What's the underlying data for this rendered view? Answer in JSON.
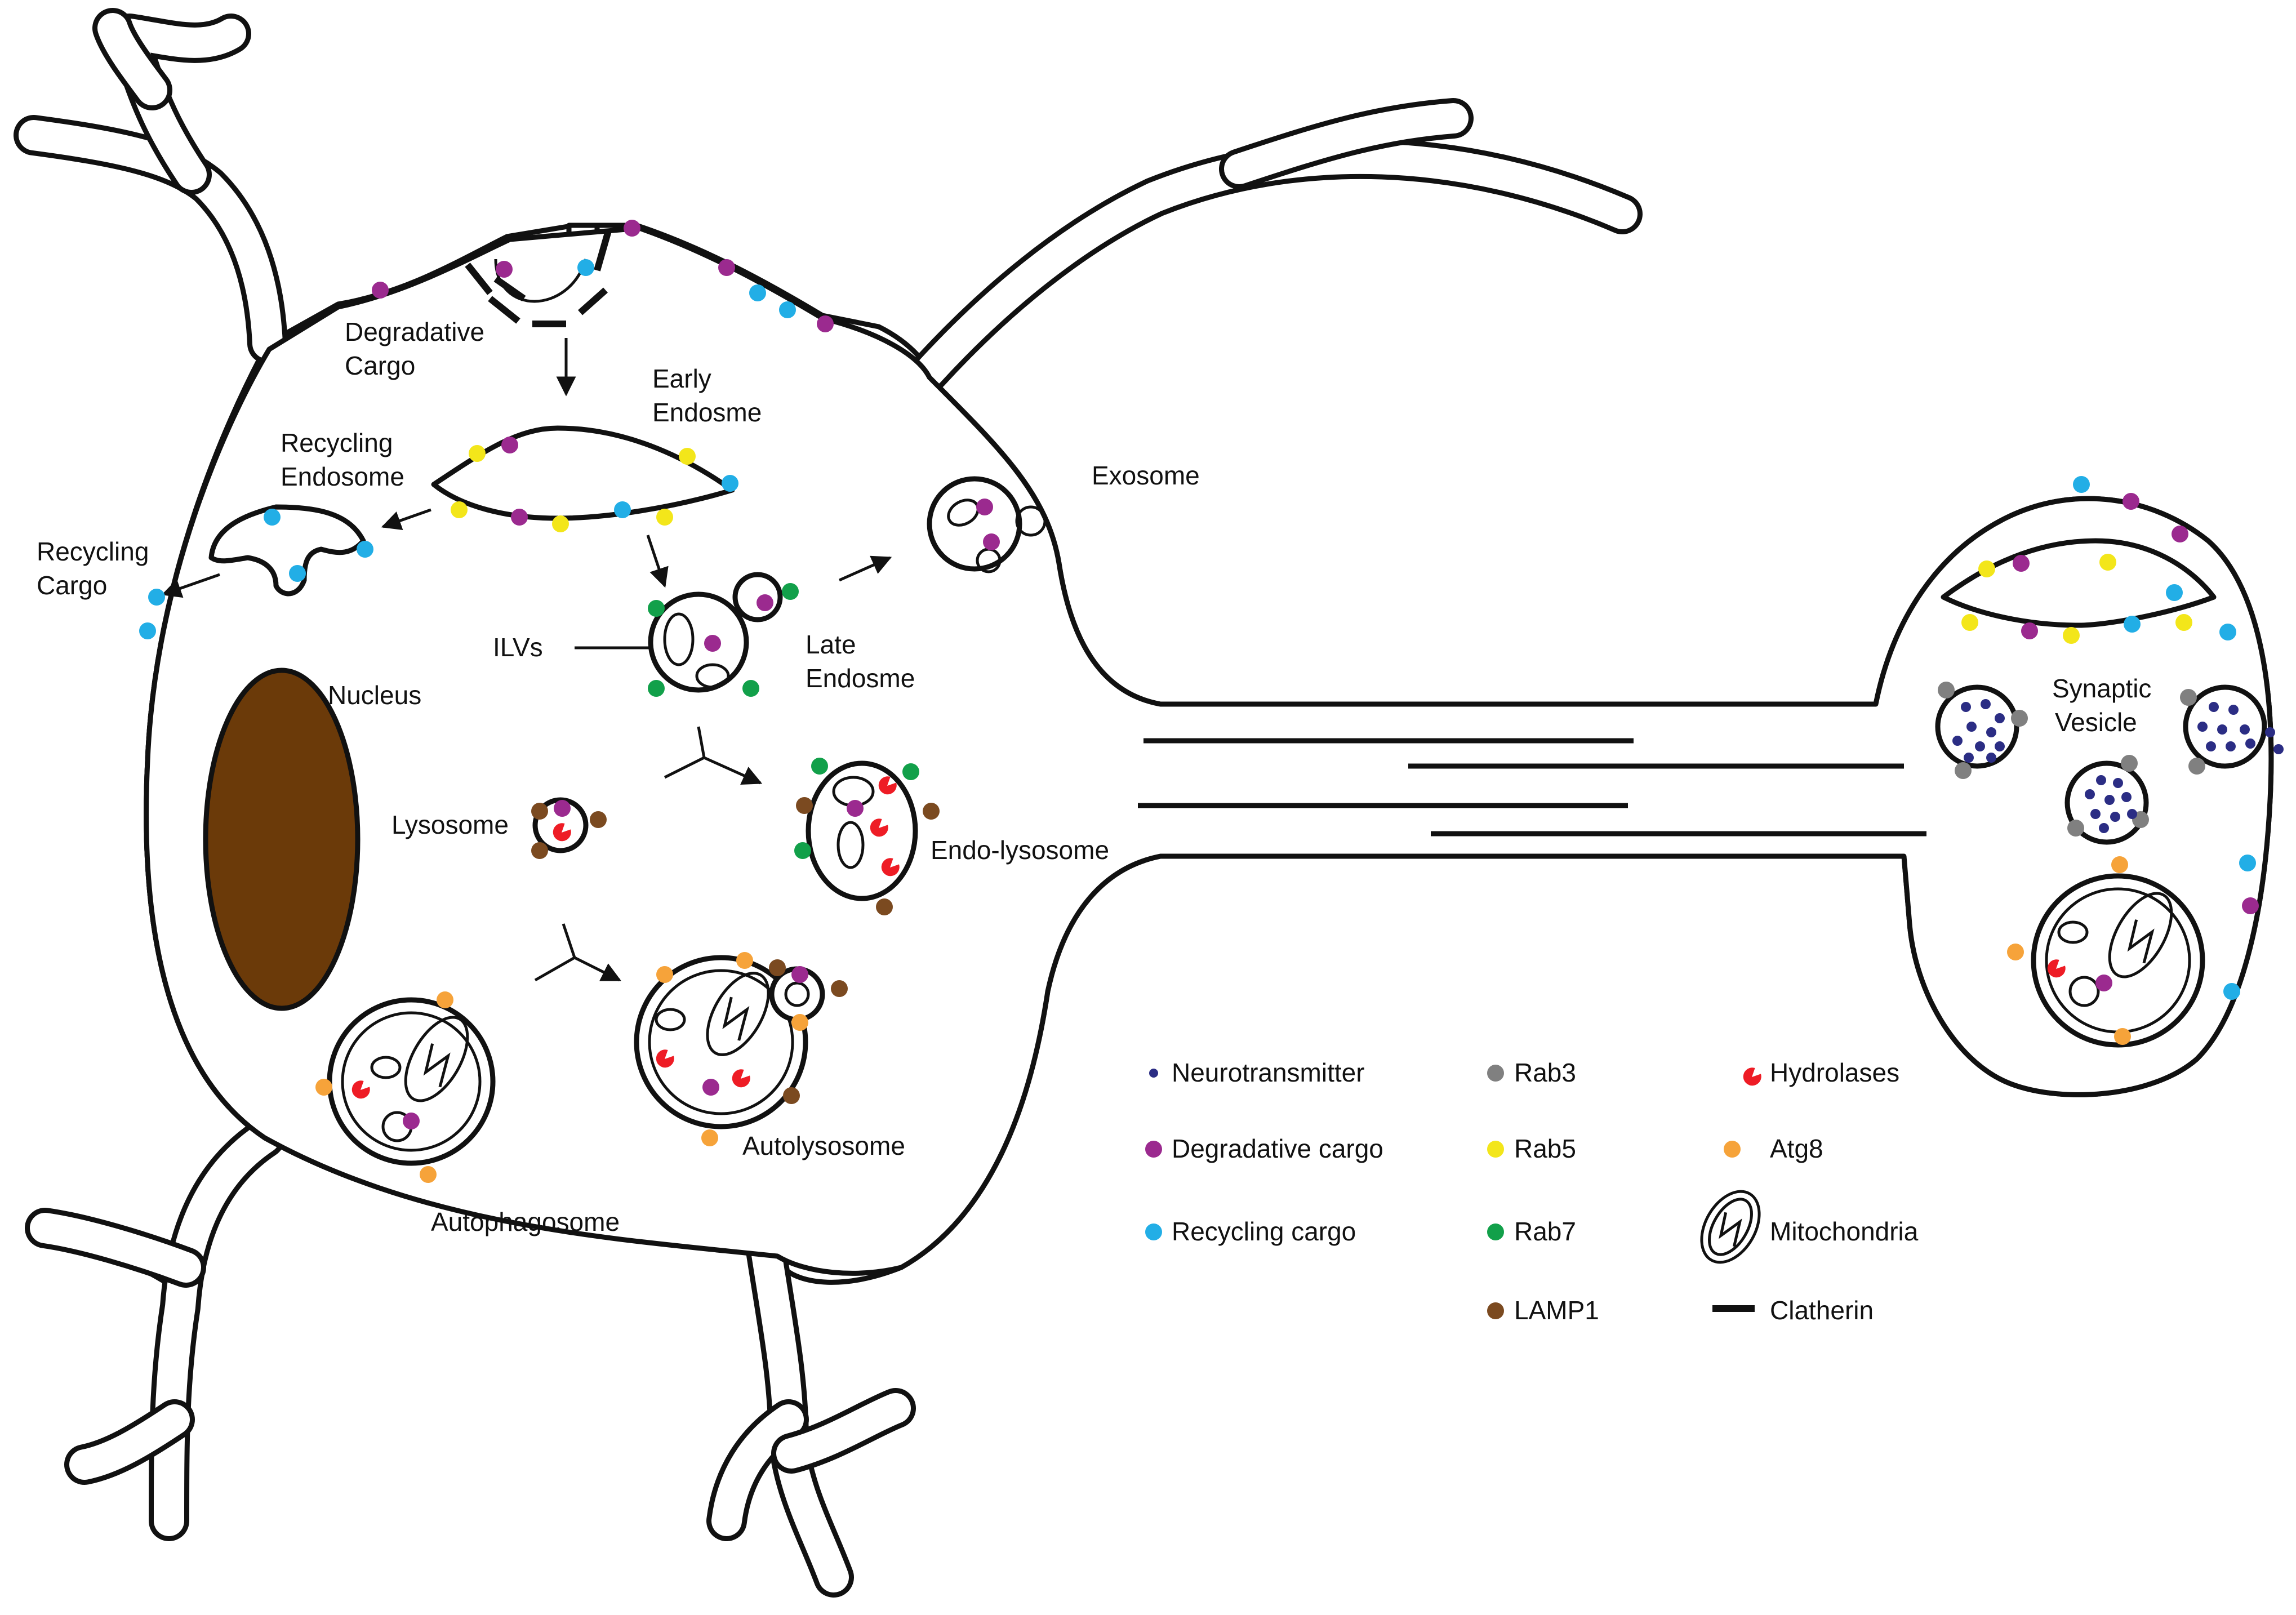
{
  "labels": {
    "degradative_cargo": [
      "Degradative",
      "Cargo"
    ],
    "early_endosome": [
      "Early",
      "Endosme"
    ],
    "recycling_endosome": [
      "Recycling",
      "Endosome"
    ],
    "recycling_cargo": [
      "Recycling",
      "Cargo"
    ],
    "exosome": "Exosome",
    "ilvs": "ILVs",
    "late_endosome": [
      "Late",
      "Endosme"
    ],
    "nucleus": "Nucleus",
    "lysosome": "Lysosome",
    "endo_lysosome": "Endo-lysosome",
    "autolysosome": "Autolysosome",
    "autophagosome": "Autophagosome",
    "synaptic_vesicle": [
      "Synaptic",
      "Vesicle"
    ]
  },
  "legend": {
    "neurotransmitter": "Neurotransmitter",
    "degradative_cargo": "Degradative cargo",
    "recycling_cargo": "Recycling cargo",
    "rab3": "Rab3",
    "rab5": "Rab5",
    "rab7": "Rab7",
    "lamp1": "LAMP1",
    "hydrolases": "Hydrolases",
    "atg8": "Atg8",
    "mitochondria": "Mitochondria",
    "clatherin": "Clatherin"
  },
  "colors": {
    "neurotransmitter": "#2b2d84",
    "degradative_cargo": "#9b2a8f",
    "recycling_cargo": "#22aee6",
    "rab3": "#808080",
    "rab5": "#f3e61a",
    "rab7": "#12a04a",
    "lamp1": "#7b4a20",
    "hydrolases": "#ee1c25",
    "atg8": "#f6a33a",
    "nucleus": "#6b3a09",
    "outline": "#111111"
  }
}
